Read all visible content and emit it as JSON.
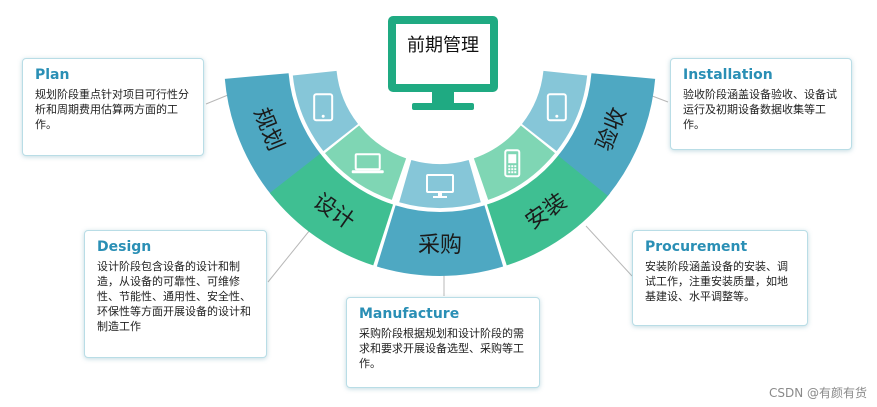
{
  "center": {
    "title": "前期管理"
  },
  "segments": [
    {
      "label": "规划",
      "color": "#4ea8c2"
    },
    {
      "label": "设计",
      "color": "#3fbf92"
    },
    {
      "label": "采购",
      "color": "#4ea8c2"
    },
    {
      "label": "安装",
      "color": "#3fbf92"
    },
    {
      "label": "验收",
      "color": "#4ea8c2"
    }
  ],
  "inner_icons": [
    {
      "icon": "tablet-icon"
    },
    {
      "icon": "laptop-icon"
    },
    {
      "icon": "desktop-monitor-icon"
    },
    {
      "icon": "phone-icon"
    },
    {
      "icon": "tablet-icon"
    }
  ],
  "cards": [
    {
      "id": "plan",
      "title": "Plan",
      "body": "规划阶段重点针对项目可行性分析和周期费用估算两方面的工作。"
    },
    {
      "id": "design",
      "title": "Design",
      "body": "设计阶段包含设备的设计和制造，从设备的可靠性、可维修性、节能性、通用性、安全性、环保性等方面开展设备的设计和制造工作"
    },
    {
      "id": "manufacture",
      "title": "Manufacture",
      "body": "采购阶段根据规划和设计阶段的需求和要求开展设备选型、采购等工作。"
    },
    {
      "id": "procurement",
      "title": "Procurement",
      "body": "安装阶段涵盖设备的安装、调试工作，注重安装质量，如地基建设、水平调整等。"
    },
    {
      "id": "installation",
      "title": "Installation",
      "body": "验收阶段涵盖设备验收、设备试运行及初期设备数据收集等工作。"
    }
  ],
  "colors": {
    "blue": "#4ea8c2",
    "green": "#3fbf92",
    "inner_blue": "#86c6d8",
    "inner_green": "#7fd6b4",
    "monitor": "#1faa82"
  },
  "watermark": "CSDN @有颜有货"
}
